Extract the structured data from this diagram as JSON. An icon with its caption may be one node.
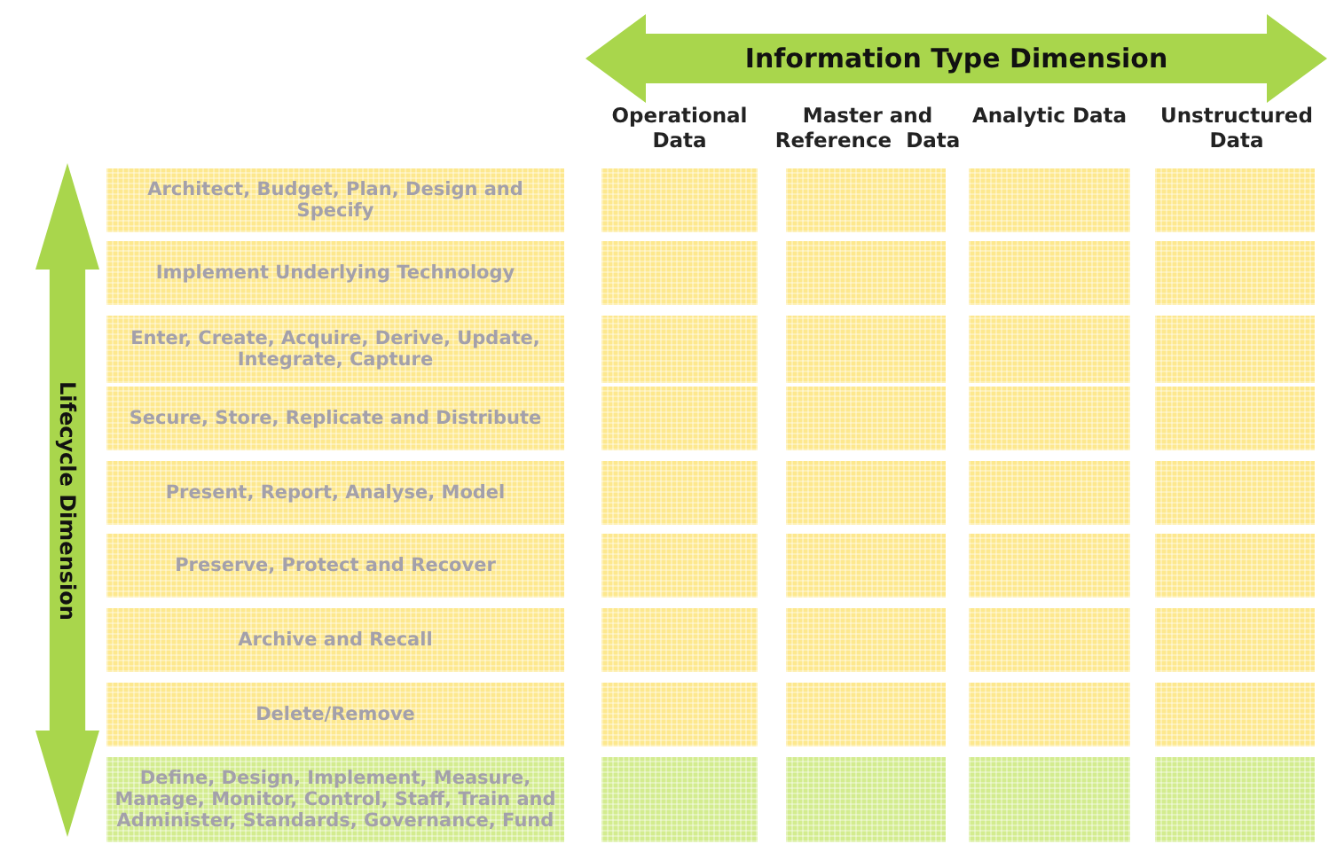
{
  "diagram": {
    "nodes": [
      {
        "text": [
          "Information Type Dimension"
        ]
      },
      {
        "text": [
          "Lifecycle Dimension"
        ]
      },
      {
        "text": [
          "Architect, Budget, Plan, Design and Specify"
        ]
      },
      {
        "text": [],
        "shape": "box"
      },
      {
        "text": [],
        "shape": "box"
      },
      {
        "text": [],
        "shape": "box"
      },
      {
        "text": [],
        "shape": "box"
      },
      {
        "text": [
          "Implement Underlying Technology"
        ]
      },
      {
        "text": [],
        "shape": "box"
      },
      {
        "text": [],
        "shape": "box"
      },
      {
        "text": [],
        "shape": "box"
      },
      {
        "text": [],
        "shape": "box"
      },
      {
        "text": [
          "Enter, Create, Acquire, Derive, Update, Integrate, Capture"
        ]
      },
      {
        "text": [],
        "shape": "box"
      },
      {
        "text": [],
        "shape": "box"
      },
      {
        "text": [],
        "shape": "box"
      },
      {
        "text": [],
        "shape": "box"
      },
      {
        "text": [
          "Secure, Store, Replicate and Distribute"
        ]
      },
      {
        "text": [],
        "shape": "box"
      },
      {
        "text": [],
        "shape": "box"
      },
      {
        "text": [],
        "shape": "box"
      },
      {
        "text": [],
        "shape": "box"
      },
      {
        "text": [
          "Present, Report, Analyse, Model"
        ]
      },
      {
        "text": [],
        "shape": "box"
      },
      {
        "text": [],
        "shape": "box"
      },
      {
        "text": [],
        "shape": "box"
      },
      {
        "text": [],
        "shape": "box"
      },
      {
        "text": [
          "Preserve, Protect and Recover"
        ]
      },
      {
        "text": [],
        "shape": "box"
      },
      {
        "text": [],
        "shape": "box"
      },
      {
        "text": [],
        "shape": "box"
      },
      {
        "text": [],
        "shape": "box"
      },
      {
        "text": [
          "Archive and Recall"
        ]
      },
      {
        "text": [],
        "shape": "box"
      },
      {
        "text": [],
        "shape": "box"
      },
      {
        "text": [],
        "shape": "box"
      },
      {
        "text": [],
        "shape": "box"
      },
      {
        "text": [
          "Delete/Remove"
        ]
      },
      {
        "text": [],
        "shape": "box"
      },
      {
        "text": [],
        "shape": "box"
      },
      {
        "text": [],
        "shape": "box"
      },
      {
        "text": [],
        "shape": "box"
      },
      {
        "text": [
          "Define, Design, Implement, Measure, Manage, Monitor, Control, Staff, Train and Administer, Standards, Governance, Fund"
        ]
      },
      {
        "text": [],
        "shape": "box"
      },
      {
        "text": [],
        "shape": "box"
      },
      {
        "text": [],
        "shape": "box"
      },
      {
        "text": [],
        "shape": "box"
      }
    ],
    "labels": [
      "Operational Data",
      "Master and Reference  Data",
      "Analytic Data",
      "Unstructured Data"
    ]
  }
}
